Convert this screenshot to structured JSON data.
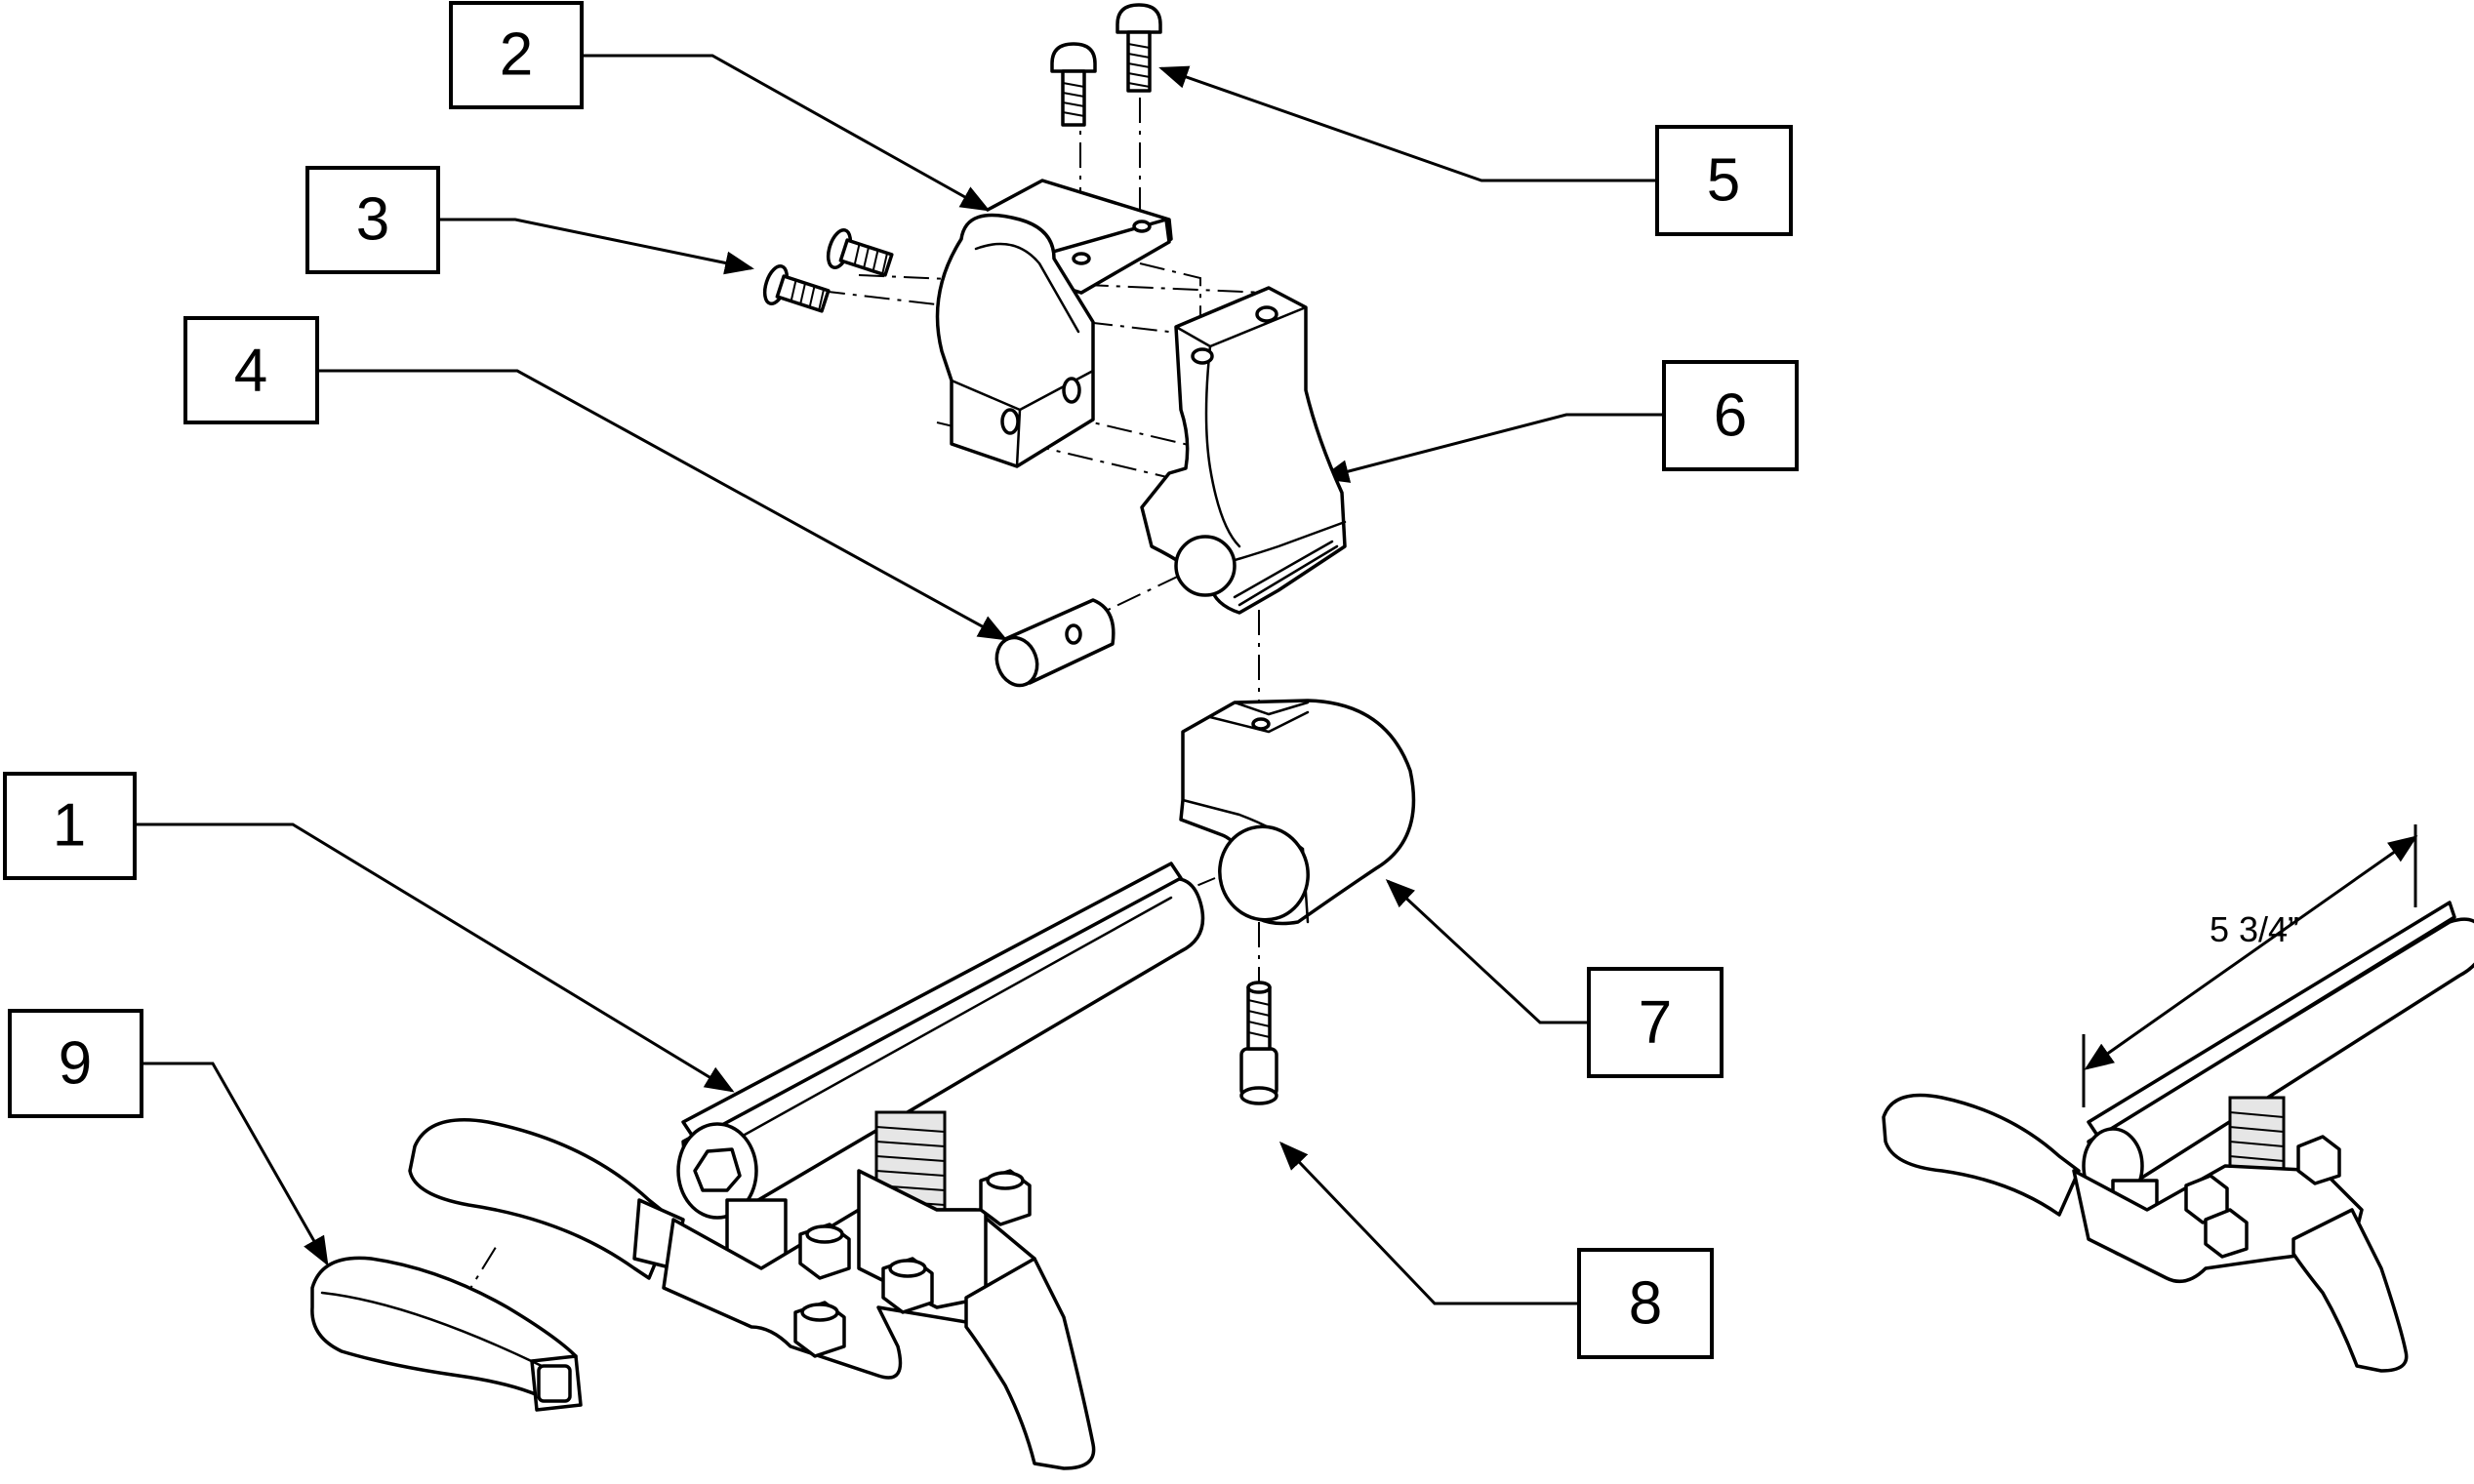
{
  "callouts": [
    {
      "id": "1",
      "label": "1"
    },
    {
      "id": "2",
      "label": "2"
    },
    {
      "id": "3",
      "label": "3"
    },
    {
      "id": "4",
      "label": "4"
    },
    {
      "id": "5",
      "label": "5"
    },
    {
      "id": "6",
      "label": "6"
    },
    {
      "id": "7",
      "label": "7"
    },
    {
      "id": "8",
      "label": "8"
    },
    {
      "id": "9",
      "label": "9"
    }
  ],
  "dimension": {
    "label": "5 3/4”"
  }
}
